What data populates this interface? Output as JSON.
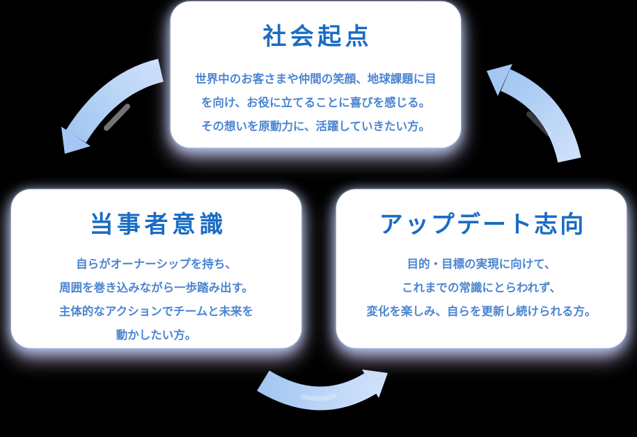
{
  "diagram": {
    "kind": "three-card cyclic values diagram",
    "background_color": "#000000",
    "cards": {
      "top": {
        "title": "社会起点",
        "body": [
          "世界中のお客さまや仲間の笑顔、地球課題に目",
          "を向け、お役に立てることに喜びを感じる。",
          "その想いを原動力に、活躍していきたい方。"
        ]
      },
      "bottom_left": {
        "title": "当事者意識",
        "body": [
          "自らがオーナーシップを持ち、",
          "周囲を巻き込みながら一歩踏み出す。",
          "主体的なアクションでチームと未来を",
          "動かしたい方。"
        ]
      },
      "bottom_right": {
        "title": "アップデート志向",
        "body": [
          "目的・目標の実現に向けて、",
          "これまでの常識にとらわれず、",
          "変化を楽しみ、自らを更新し続けられる方。"
        ]
      }
    },
    "arrows": {
      "left": {
        "icon": "cycle-arrow-left-icon",
        "direction": "top card to bottom-left card"
      },
      "bottom": {
        "icon": "cycle-arrow-bottom-icon",
        "direction": "bottom-left card to bottom-right card"
      },
      "right": {
        "icon": "cycle-arrow-right-icon",
        "direction": "bottom-right card to top card"
      }
    },
    "colors": {
      "card_background": "#ffffff",
      "title_text": "#1a6cc4",
      "body_text": "#4b85d1",
      "arrow_light": "#cde0fa",
      "arrow_dark": "#a3c7f2",
      "glow_blue": "#a8cbf6",
      "glow_pink": "#d6c9f0"
    }
  }
}
